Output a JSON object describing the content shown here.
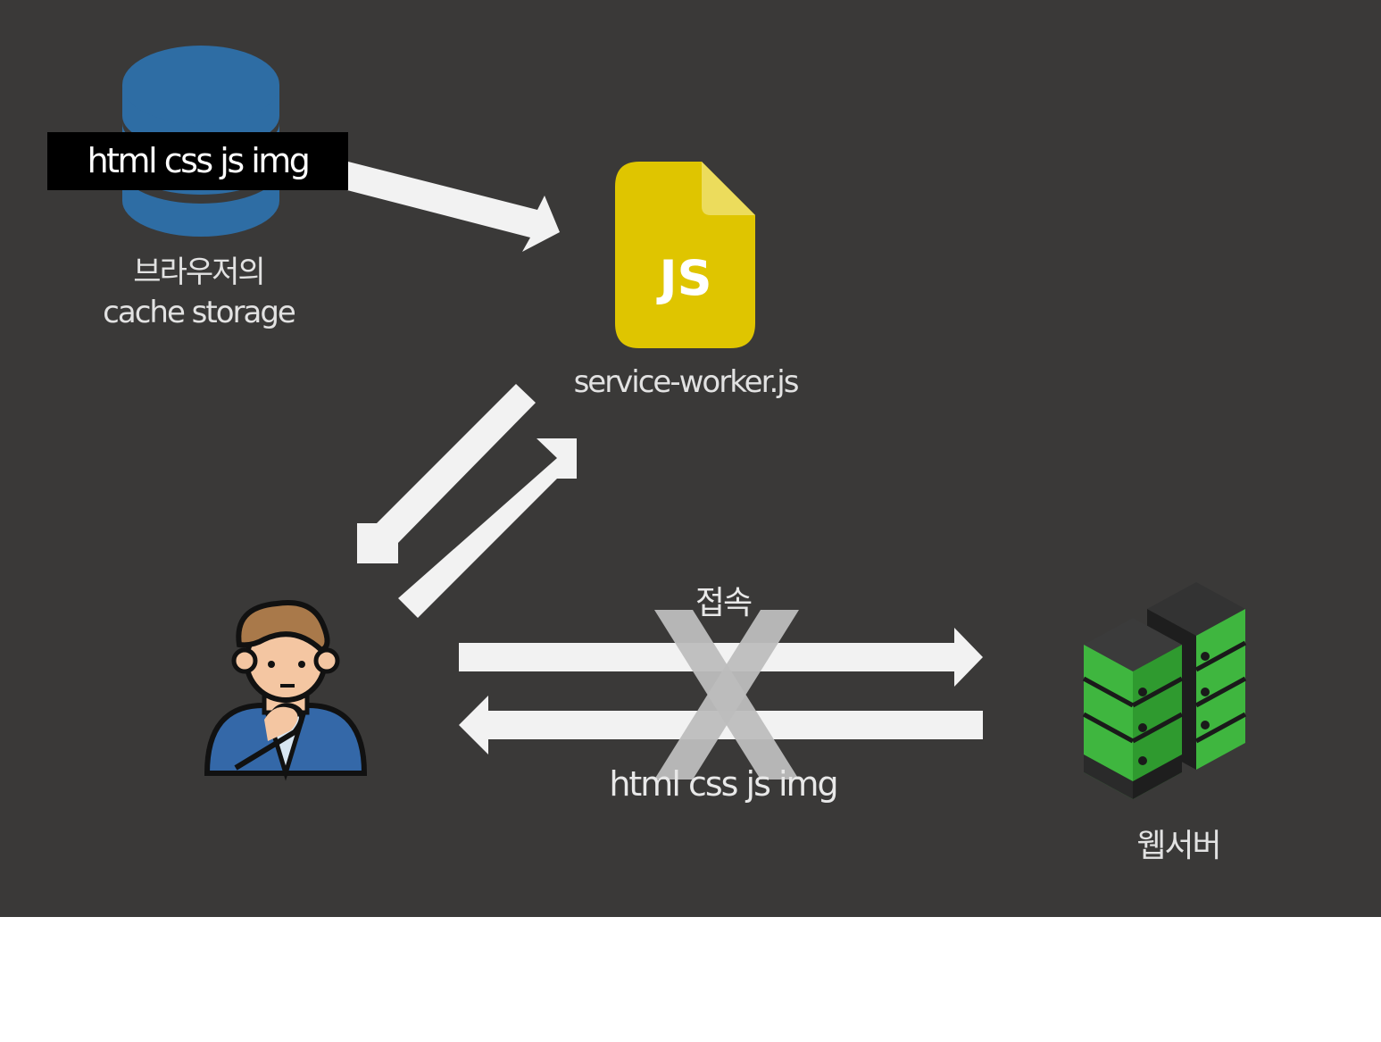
{
  "diagram": {
    "cache_chip": "html css js img",
    "cache_label_line1": "브라우저의",
    "cache_label_line2": "cache storage",
    "service_worker_icon_text": "JS",
    "service_worker_label": "service-worker.js",
    "connect_label": "접속",
    "files_label": "html css js img",
    "server_label": "웹서버",
    "blocked_mark": "X"
  },
  "colors": {
    "background": "#3a3938",
    "database": "#2e6da4",
    "js_file": "#dfc500",
    "arrow": "#f2f2f2",
    "blocked_mark": "#bdbdbd",
    "server_green": "#3fb63f"
  },
  "icons": [
    "database-icon",
    "js-file-icon",
    "user-thinking-icon",
    "server-rack-icon"
  ]
}
